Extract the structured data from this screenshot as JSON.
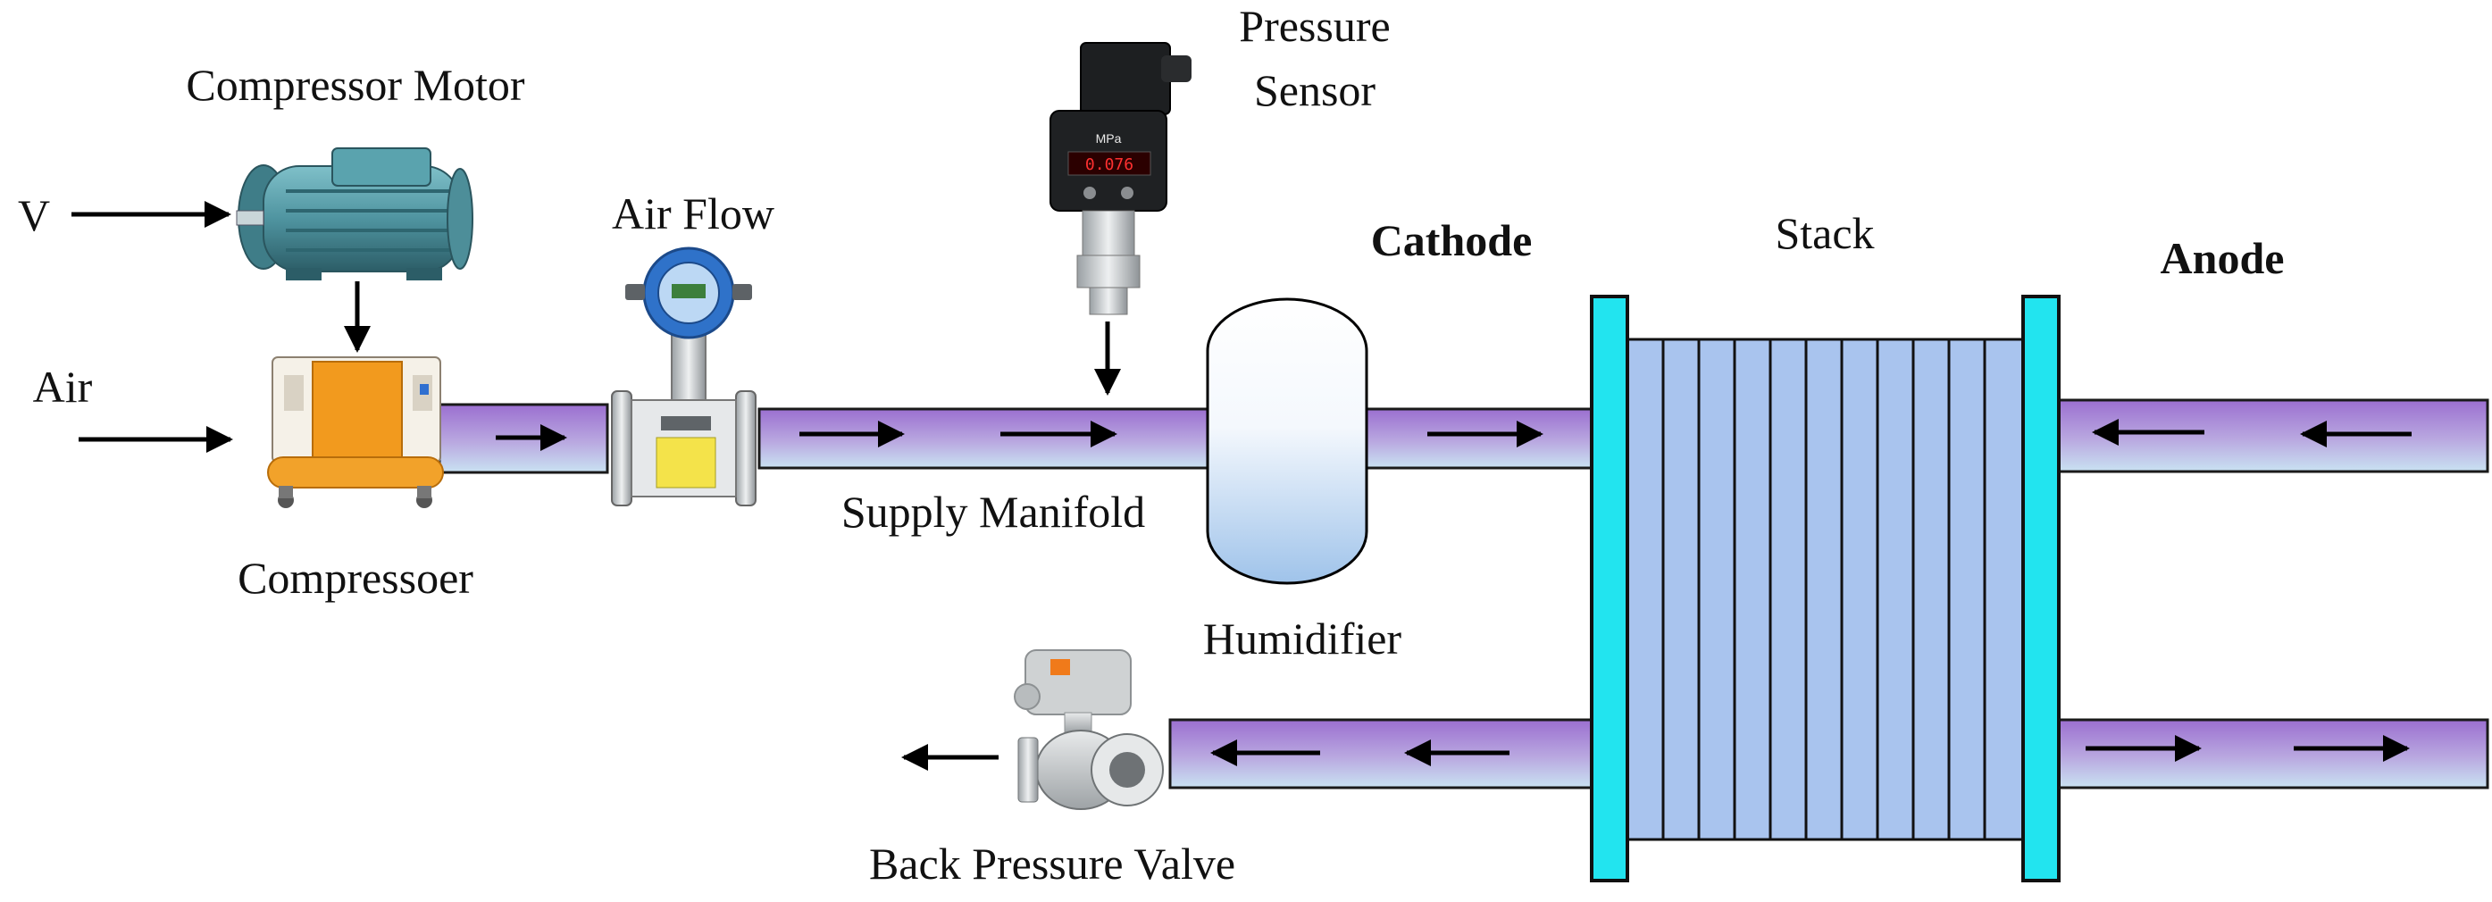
{
  "labels": {
    "compressor_motor": "Compressor Motor",
    "voltage_input": "V",
    "air_input": "Air",
    "compressor": "Compressoer",
    "air_flow": "Air Flow",
    "pressure_sensor_line1": "Pressure",
    "pressure_sensor_line2": "Sensor",
    "cathode": "Cathode",
    "stack": "Stack",
    "anode": "Anode",
    "supply_manifold": "Supply Manifold",
    "humidifier": "Humidifier",
    "back_pressure_valve": "Back Pressure Valve"
  },
  "device_markings": {
    "sensor_unit": "MPa",
    "sensor_display": "0.076"
  },
  "colors": {
    "pipe_top": "#9b6fd0",
    "pipe_bottom": "#c9e2f2",
    "stack_plate": "#22e4ef",
    "stack_cell": "#a9c4ee",
    "humidifier_top": "#ffffff",
    "humidifier_bottom": "#9fc3ea",
    "motor_body": "#4f94a0",
    "compressor_body": "#f29a1e",
    "flowmeter_head": "#2f72c9",
    "valve_actuator": "#cfd2d3"
  },
  "icons": [
    "compressor-motor-icon",
    "compressor-icon",
    "air-flow-meter-icon",
    "pressure-sensor-icon",
    "humidifier-icon",
    "fuel-cell-stack-icon",
    "back-pressure-valve-icon"
  ]
}
